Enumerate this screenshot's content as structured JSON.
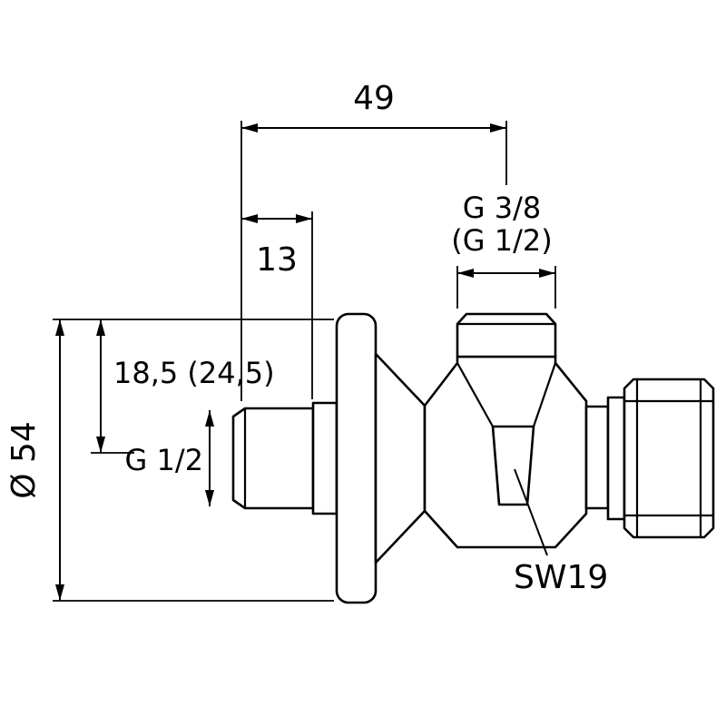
{
  "drawing": {
    "description": "angle-valve technical dimension drawing",
    "colors": {
      "line": "#000000",
      "background": "#ffffff"
    },
    "labels": {
      "dim_total_width": "49",
      "dim_thread_length": "13",
      "top_thread_size": "G 3/8",
      "top_thread_size_alt": "(G 1/2)",
      "flange_diameter": "Ø 54",
      "dim_depth": "18,5 (24,5)",
      "side_thread_size": "G 1/2",
      "wrench_size": "SW19"
    }
  }
}
